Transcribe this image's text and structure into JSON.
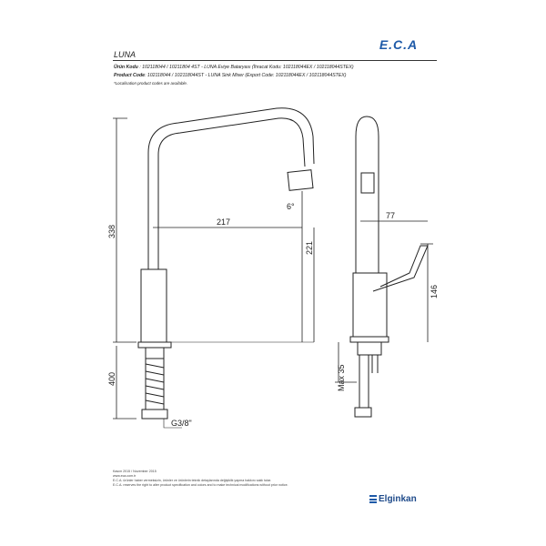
{
  "header": {
    "logo_text": "E.C.A",
    "title": "LUNA",
    "line1_label": "Ürün Kodu",
    "line1_text": " : 102118044 / 10211804 4ST - LUNA Eviye Bataryası (İhracat Kodu: 102118044EX / 102118044STEX)",
    "line2_label": "Product Code",
    "line2_text": ": 102118044 / 102118044ST - LUNA Sink Mixer (Export Code: 102118044EX / 102118044STEX)",
    "line3_text": "*Localisation product codes are available."
  },
  "dimensions": {
    "height_total": "338",
    "spout_reach": "217",
    "angle": "6°",
    "spout_height": "221",
    "hose_length": "400",
    "thread": "G3/8\"",
    "lever_offset": "77",
    "lever_height": "146",
    "max_deck": "Max 35"
  },
  "footer": {
    "date": "Kasım 2015 / November 2015",
    "website": "www.eca.com.tr",
    "note_tr": "E.C.A. ürünler haber vermeksizin, ürünler ve ürünlerin teknik detaylarında değişiklik yapma hakkını saklı tutar.",
    "note_en": "E.C.A. reserves the right to alter product specification and colors and to make technical modifications without prior notice.",
    "brand": "Elginkan"
  }
}
